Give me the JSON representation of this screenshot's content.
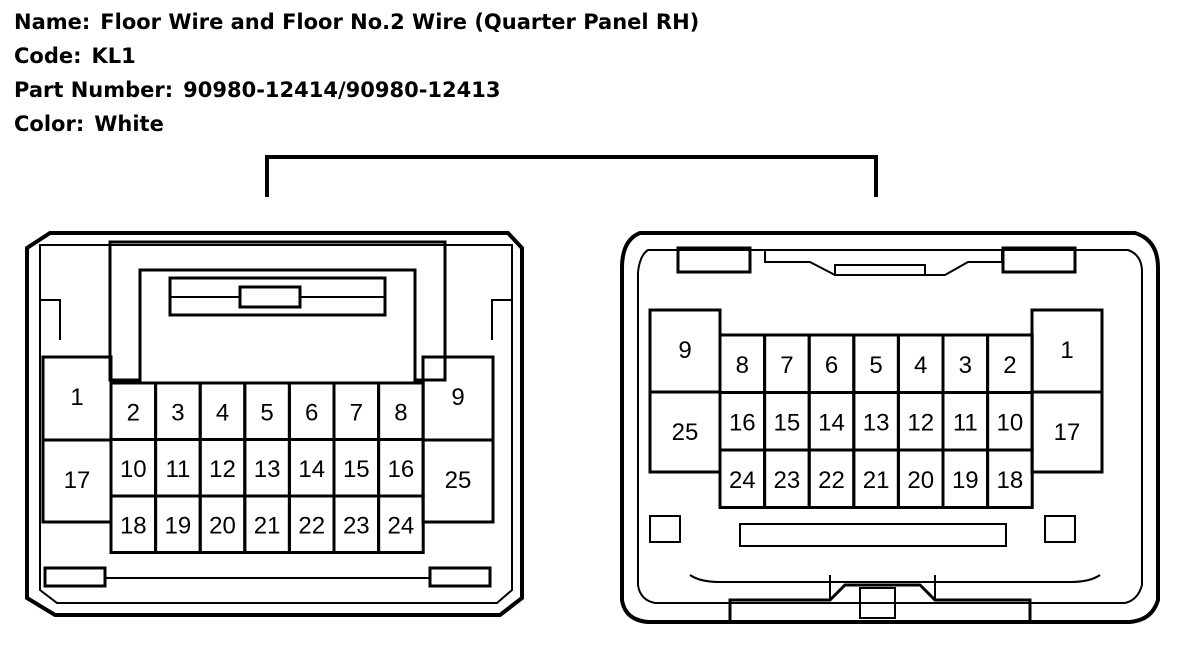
{
  "header": {
    "name_label": "Name:",
    "name_value": "Floor Wire and Floor No.2 Wire (Quarter Panel RH)",
    "code_label": "Code:",
    "code_value": "KL1",
    "part_label": "Part Number:",
    "part_value": "90980-12414/90980-12413",
    "color_label": "Color:",
    "color_value": "White"
  },
  "left_connector": {
    "top_row": [
      "2",
      "3",
      "4",
      "5",
      "6",
      "7",
      "8"
    ],
    "mid_row": [
      "10",
      "11",
      "12",
      "13",
      "14",
      "15",
      "16"
    ],
    "bot_row": [
      "18",
      "19",
      "20",
      "21",
      "22",
      "23",
      "24"
    ],
    "left_top": "1",
    "left_bottom": "17",
    "right_top": "9",
    "right_bottom": "25"
  },
  "right_connector": {
    "top_row": [
      "8",
      "7",
      "6",
      "5",
      "4",
      "3",
      "2"
    ],
    "mid_row": [
      "16",
      "15",
      "14",
      "13",
      "12",
      "11",
      "10"
    ],
    "bot_row": [
      "24",
      "23",
      "22",
      "21",
      "20",
      "19",
      "18"
    ],
    "left_top": "9",
    "left_bottom": "25",
    "right_top": "1",
    "right_bottom": "17"
  }
}
